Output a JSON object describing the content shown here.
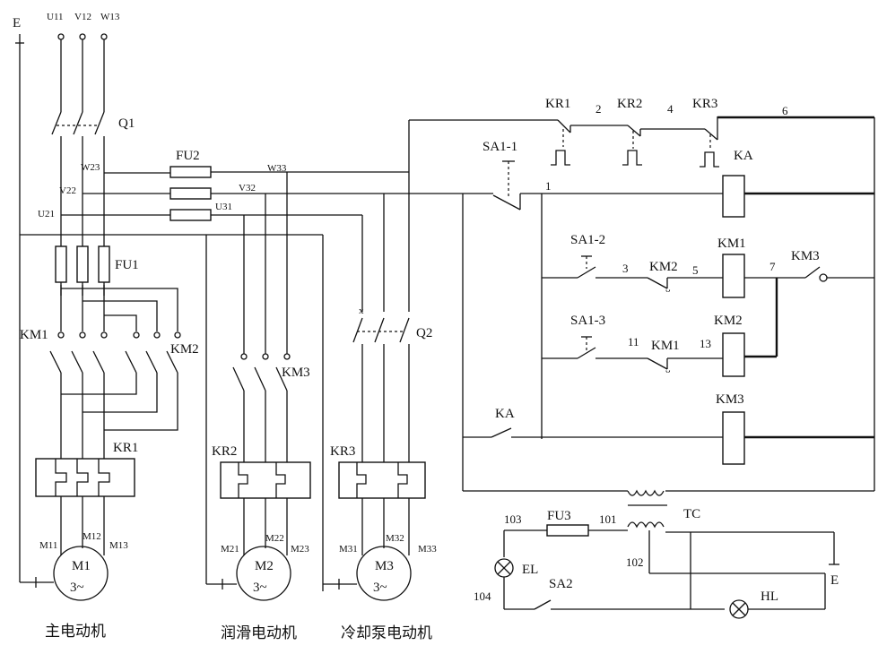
{
  "labels": {
    "earth_top": "E",
    "u11": "U11",
    "v12": "V12",
    "w13": "W13",
    "q1": "Q1",
    "q2": "Q2",
    "fu1": "FU1",
    "fu2": "FU2",
    "fu3": "FU3",
    "w23": "W23",
    "v22": "V22",
    "u21": "U21",
    "w33": "W33",
    "v32": "V32",
    "u31": "U31",
    "km1_main": "KM1",
    "km2_main": "KM2",
    "km3_main": "KM3",
    "kr1_main": "KR1",
    "kr2_main": "KR2",
    "kr3_main": "KR3",
    "m11": "M11",
    "m12": "M12",
    "m13": "M13",
    "m21": "M21",
    "m22": "M22",
    "m23": "M23",
    "m31": "M31",
    "m32": "M32",
    "m33": "M33",
    "m1_name": "M1",
    "m2_name": "M2",
    "m3_name": "M3",
    "three_phase": "3~",
    "kr1_ctrl": "KR1",
    "kr2_ctrl": "KR2",
    "kr3_ctrl": "KR3",
    "node2": "2",
    "node4": "4",
    "node6": "6",
    "node1": "1",
    "node3": "3",
    "node5": "5",
    "node7": "7",
    "node11": "11",
    "node13": "13",
    "sa1_1": "SA1-1",
    "sa1_2": "SA1-2",
    "sa1_3": "SA1-3",
    "sa2": "SA2",
    "ka_coil": "KA",
    "ka_contact": "KA",
    "km1_coil": "KM1",
    "km2_coil": "KM2",
    "km3_coil": "KM3",
    "km2_interlock": "KM2",
    "km1_interlock": "KM1",
    "km3_hold": "KM3",
    "tc": "TC",
    "n103": "103",
    "n101": "101",
    "n102": "102",
    "n104": "104",
    "el": "EL",
    "hl": "HL",
    "earth_right": "E"
  },
  "captions": {
    "main_motor": "主电动机",
    "lube_motor": "润滑电动机",
    "coolant_motor": "冷却泵电动机"
  }
}
